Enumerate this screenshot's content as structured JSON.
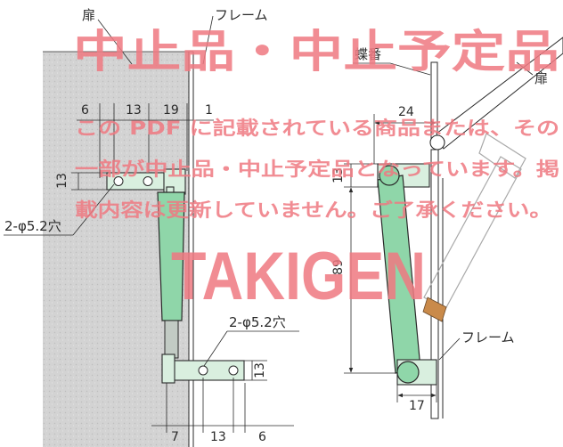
{
  "watermark": {
    "title": "中止品・中止予定品",
    "notice_lines": [
      "この PDF に記載されている商品または、その",
      "一部が中止品・中止予定品となっています。掲",
      "載内容は更新していません。ご了承ください。"
    ],
    "brand": "TAKIGEN"
  },
  "left_view": {
    "door_label": "扉",
    "frame_label": "フレーム",
    "top_dims": [
      "6",
      "13",
      "19",
      "1"
    ],
    "top_bracket_height": "13",
    "hole_callout_top": "2-φ5.2穴",
    "hole_callout_bottom": "2-φ5.2穴",
    "bottom_bracket_height": "13",
    "bottom_dims": [
      "7",
      "13",
      "6"
    ]
  },
  "right_view": {
    "hinge_label": "蝶番",
    "door_label": "扉",
    "frame_label": "フレーム",
    "width_dim": "24",
    "bracket_height": "13",
    "length_dim": "89",
    "bottom_width_dim": "17"
  },
  "colors": {
    "watermark": "#ef7a82",
    "arm": "#8fd6a9",
    "plate": "#d9efdf",
    "panel": "#d3d3d3",
    "line": "#2a2a2a",
    "ghost": "#a9a9a9",
    "spring": "#c98a4a"
  }
}
